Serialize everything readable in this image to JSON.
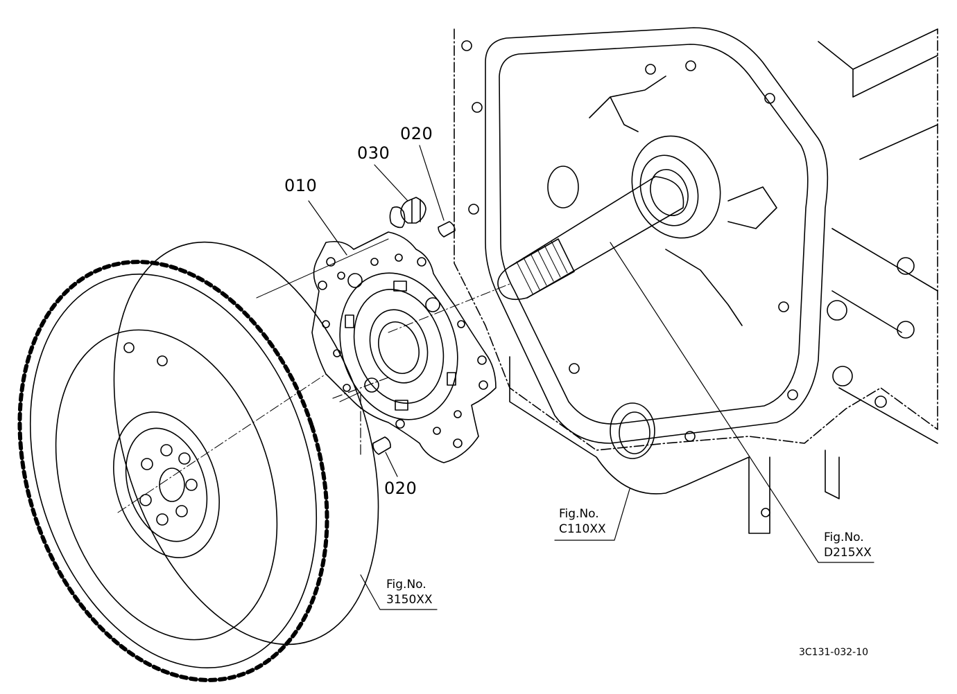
{
  "diagram": {
    "drawing_id": "3C131-032-10",
    "part_labels": [
      {
        "id": "label-010",
        "text": "010"
      },
      {
        "id": "label-030",
        "text": "030"
      },
      {
        "id": "label-020-top",
        "text": "020"
      },
      {
        "id": "label-020-bottom",
        "text": "020"
      }
    ],
    "figure_refs": [
      {
        "id": "fig-3150xx",
        "line1": "Fig.No.",
        "line2": "3150XX"
      },
      {
        "id": "fig-c110xx",
        "line1": "Fig.No.",
        "line2": "C110XX"
      },
      {
        "id": "fig-d215xx",
        "line1": "Fig.No.",
        "line2": "D215XX"
      }
    ],
    "components": [
      "flywheel-with-ring-gear",
      "clutch-disc",
      "bolt",
      "dowel-pin",
      "clutch-housing",
      "input-shaft"
    ]
  }
}
